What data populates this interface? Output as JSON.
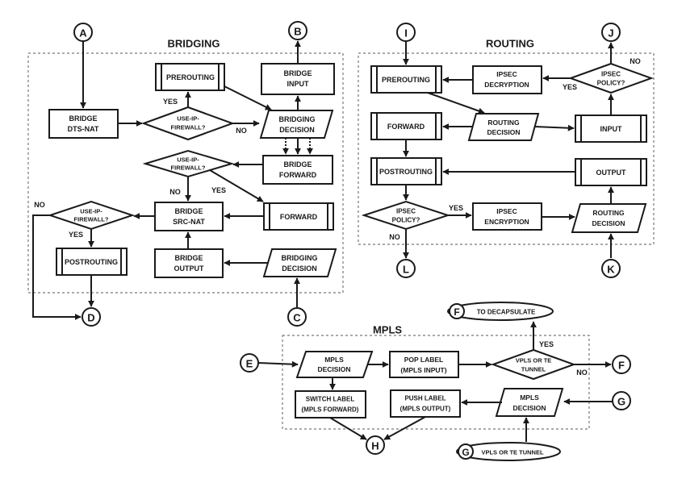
{
  "sections": {
    "bridging": "BRIDGING",
    "routing": "ROUTING",
    "mpls": "MPLS"
  },
  "connectors": {
    "A": "A",
    "B": "B",
    "C": "C",
    "D": "D",
    "E": "E",
    "F": "F",
    "G": "G",
    "H": "H",
    "I": "I",
    "J": "J",
    "K": "K",
    "L": "L",
    "F_label": "F",
    "F_text": "TO DECAPSULATE",
    "G_label": "G",
    "G_text": "VPLS OR TE TUNNEL"
  },
  "bridging": {
    "prerouting": "PREROUTING",
    "bridge_input": [
      "BRIDGE",
      "INPUT"
    ],
    "bridge_dstnat": [
      "BRIDGE",
      "DTS-NAT"
    ],
    "use_ip_firewall_1": [
      "USE-IP-",
      "FIREWALL?"
    ],
    "bridging_decision_1": [
      "BRIDGING",
      "DECISION"
    ],
    "bridge_forward": [
      "BRIDGE",
      "FORWARD"
    ],
    "use_ip_firewall_2": [
      "USE-IP-",
      "FIREWALL?"
    ],
    "bridge_srcnat": [
      "BRIDGE",
      "SRC-NAT"
    ],
    "forward": "FORWARD",
    "use_ip_firewall_3": [
      "USE-IP-",
      "FIREWALL?"
    ],
    "postrouting": "POSTROUTING",
    "bridge_output": [
      "BRIDGE",
      "OUTPUT"
    ],
    "bridging_decision_2": [
      "BRIDGING",
      "DECISION"
    ],
    "yes": "YES",
    "no": "NO"
  },
  "routing": {
    "prerouting": "PREROUTING",
    "ipsec_decryption": [
      "IPSEC",
      "DECRYPTION"
    ],
    "ipsec_policy_top": [
      "IPSEC",
      "POLICY?"
    ],
    "forward": "FORWARD",
    "routing_decision_1": [
      "ROUTING",
      "DECISION"
    ],
    "input": "INPUT",
    "postrouting": "POSTROUTING",
    "output": "OUTPUT",
    "ipsec_policy_bottom": [
      "IPSEC",
      "POLICY?"
    ],
    "ipsec_encryption": [
      "IPSEC",
      "ENCRYPTION"
    ],
    "routing_decision_2": [
      "ROUTING",
      "DECISION"
    ],
    "yes": "YES",
    "no": "NO"
  },
  "mpls": {
    "mpls_decision_1": [
      "MPLS",
      "DECISION"
    ],
    "pop_label": [
      "POP LABEL",
      "(MPLS INPUT)"
    ],
    "vpls_or_te": [
      "VPLS OR TE",
      "TUNNEL"
    ],
    "switch_label": [
      "SWITCH LABEL",
      "(MPLS FORWARD)"
    ],
    "push_label": [
      "PUSH LABEL",
      "(MPLS OUTPUT)"
    ],
    "mpls_decision_2": [
      "MPLS",
      "DECISION"
    ],
    "yes": "YES",
    "no": "NO"
  }
}
